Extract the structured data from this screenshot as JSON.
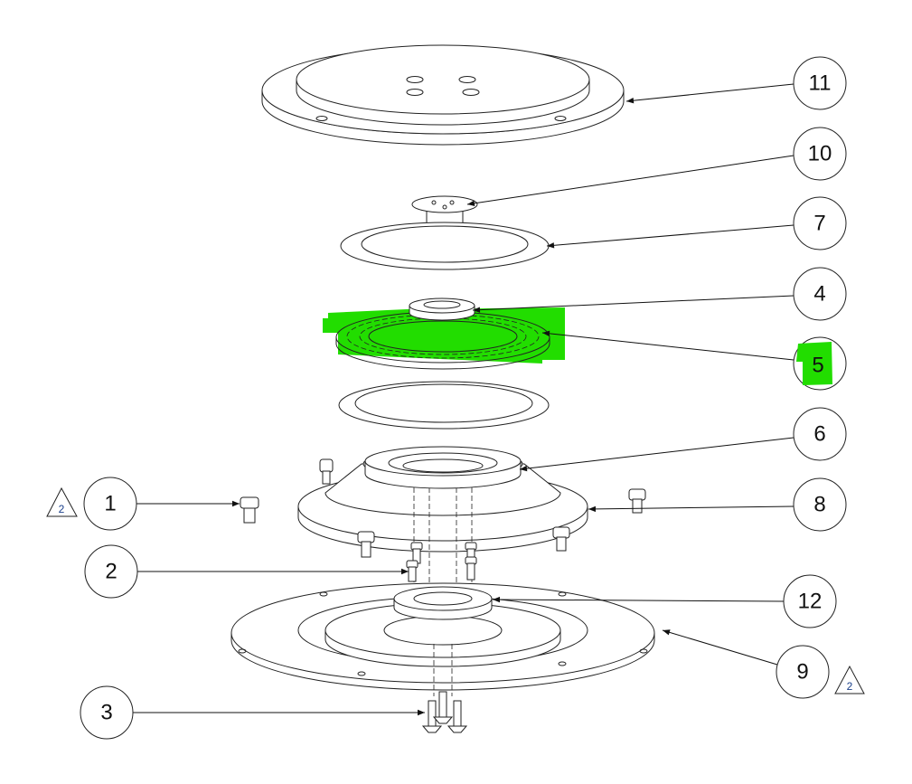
{
  "diagram": {
    "type": "exploded-assembly-view",
    "highlight_color": "#22dd00",
    "balloons": [
      "11",
      "10",
      "7",
      "4",
      "5",
      "6",
      "8",
      "12",
      "9",
      "1",
      "2",
      "3"
    ],
    "revision_markers": [
      "2",
      "2"
    ]
  }
}
